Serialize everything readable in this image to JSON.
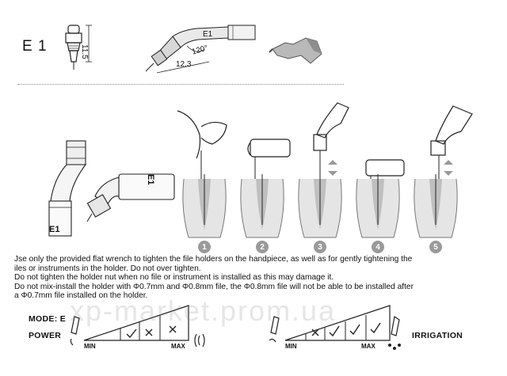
{
  "top_spec": {
    "model": "E 1",
    "height_dim": "11.5",
    "angle_dim": "120°",
    "length_dim": "12.3",
    "tip_mark": "E1"
  },
  "tip_labels": {
    "left_tip": "E1",
    "right_tip": "E1"
  },
  "steps": [
    "1",
    "2",
    "3",
    "4",
    "5"
  ],
  "instructions": [
    "Jse only the provided flat wrench to tighten the file holders on the handpiece, as well as for gently tightening the",
    "iles or instruments in the holder. Do not over tighten.",
    "Do not tighten the holder nut when no file or instrument is installed as this may damage it.",
    "Do not mix-install the holder with Φ0.7mm and Φ0.8mm file, the Φ0.8mm file will not be able to be installed after",
    "a Φ0.7mm file installed on the holder."
  ],
  "mode": {
    "mode_label": "MODE: E",
    "power_label": "POWER",
    "irrigation_label": "IRRIGATION",
    "min": "MIN",
    "max": "MAX"
  },
  "watermark": "xp-market.prom.ua"
}
